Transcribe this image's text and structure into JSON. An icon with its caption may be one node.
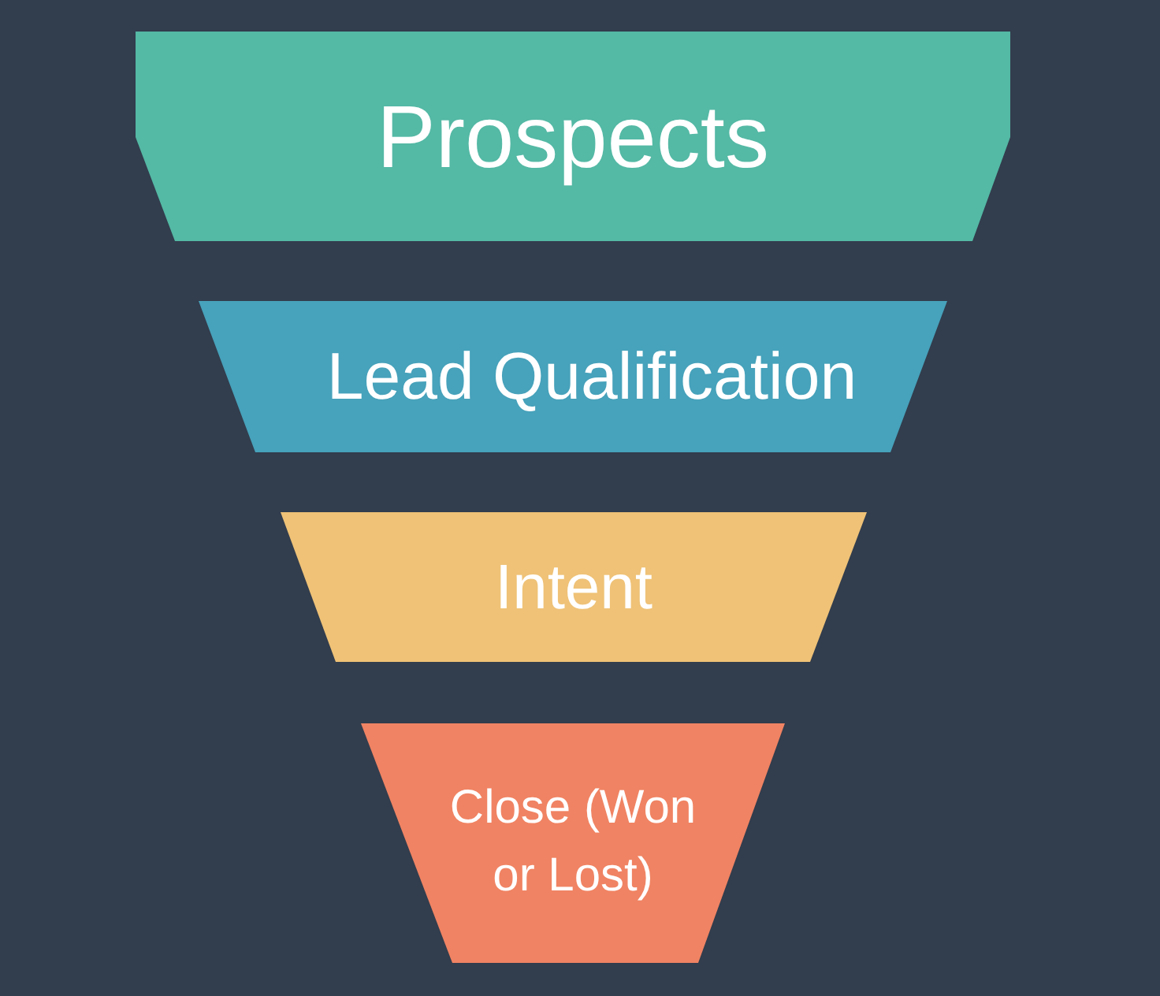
{
  "diagram": {
    "nodes": [
      {
        "text": [
          "Prospects"
        ]
      },
      {
        "text": [
          "Lead Qualification"
        ]
      },
      {
        "text": [
          "Intent"
        ]
      },
      {
        "text": [
          "Close (Won or Lost)"
        ]
      }
    ]
  }
}
